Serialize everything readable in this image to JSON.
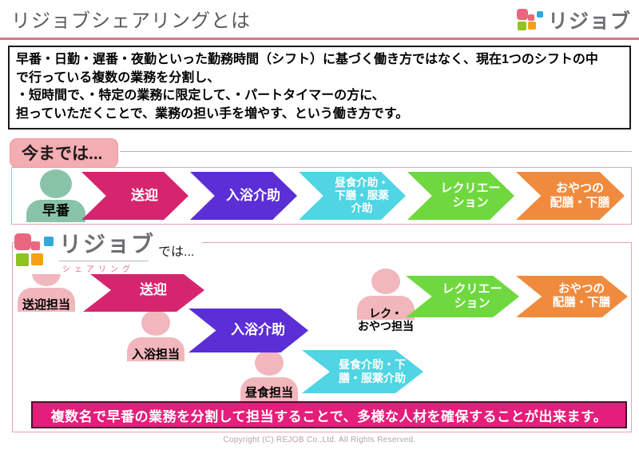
{
  "title": "リジョブシェアリングとは",
  "logo": {
    "brand": "リジョブ",
    "sub": "シェアリング"
  },
  "intro": {
    "text": "早番・日勤・遅番・夜勤といった勤務時間（シフト）に基づく働き方ではなく、現在1つのシフトの中\nで行っている複数の業務を分割し、\n・短時間で、・特定の業務に限定して、・パートタイマーの方に、\n担っていただくことで、業務の担い手を増やす、という働き方です。"
  },
  "before": {
    "label": "今までは...",
    "worker": "早番",
    "tasks": [
      "送迎",
      "入浴介助",
      "昼食介助・\n下膳・服薬\n介助",
      "レクリエー\nション",
      "おやつの\n配膳・下膳"
    ]
  },
  "after": {
    "label_suffix": "では...",
    "workers": [
      "送迎担当",
      "入浴担当",
      "昼食担当",
      "レク・\nおやつ担当"
    ],
    "tasks": [
      "送迎",
      "入浴介助",
      "昼食介助・下\n膳・服薬介助",
      "レクリエー\nション",
      "おやつの\n配膳・下膳"
    ]
  },
  "conclusion": "複数名で早番の業務を分割して担当することで、多様な人材を確保することが出来ます。",
  "footer": "Copyright (C) REJOB Co.,Ltd. All Rights Reserved.",
  "colors": {
    "accent_rule": "#e4737f",
    "banner_bg": "#e41e7b",
    "before_label_bg": "#f3adb3",
    "person_before": "#89c4a8",
    "person_after": "#f2b6bd",
    "arrow_colors": [
      "#d6256f",
      "#5b2ed6",
      "#4fd5e3",
      "#6fd83f",
      "#f08b3e"
    ],
    "logo_squares": [
      "#e9677f",
      "#33a8dd",
      "#8fc31f",
      "#f4a118"
    ]
  }
}
